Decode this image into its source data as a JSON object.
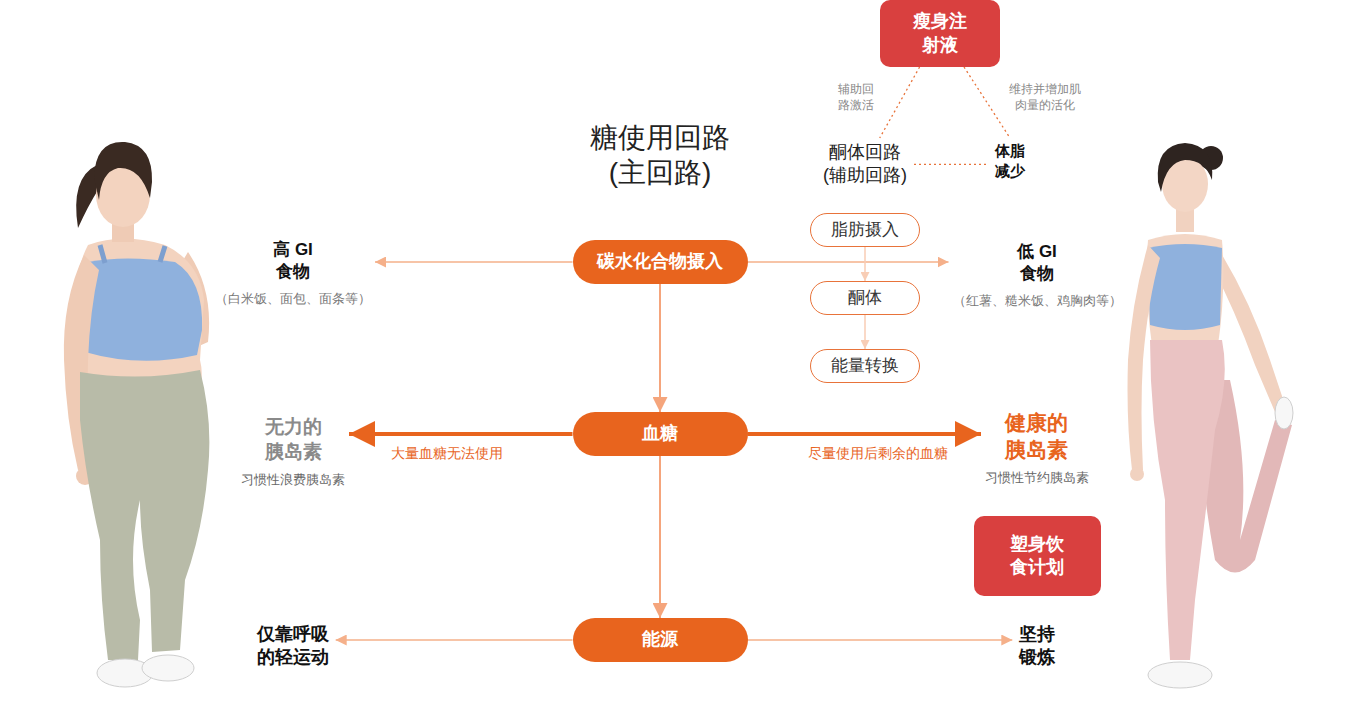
{
  "diagram": {
    "title": "糖使用回路 (主回路)",
    "nodes": [
      {
        "text": [
          "瘦身注 射液"
        ]
      },
      {
        "text": [
          "酮体回路 (辅助回路)"
        ]
      },
      {
        "text": [
          "体脂 减少"
        ]
      },
      {
        "text": [
          "脂肪摄入"
        ]
      },
      {
        "text": [
          "高 GI 食物",
          "（白米饭、面包、面条等）"
        ]
      },
      {
        "text": [
          "碳水化合物摄入"
        ]
      },
      {
        "text": [
          "低 GI 食物",
          "（红薯、糙米饭、鸡胸肉等）"
        ]
      },
      {
        "text": [
          "酮体"
        ]
      },
      {
        "text": [
          "能量转换"
        ]
      },
      {
        "text": [
          "无力的 胰岛素",
          "习惯性浪费胰岛素"
        ]
      },
      {
        "text": [
          "血糖"
        ]
      },
      {
        "text": [
          "健康的 胰岛素",
          "习惯性节约胰岛素"
        ]
      },
      {
        "text": [
          "塑身饮 食计划"
        ]
      },
      {
        "text": [
          "仅靠呼吸 的轻运动"
        ]
      },
      {
        "text": [
          "能源"
        ]
      },
      {
        "text": [
          "坚持 锻炼"
        ]
      }
    ],
    "edges": [
      {
        "from": 0,
        "to": 1,
        "label": "辅助回 路激活",
        "arrow": "none"
      },
      {
        "from": 0,
        "to": 2,
        "label": "维持并增加肌 肉量的活化",
        "arrow": "none"
      },
      {
        "from": 1,
        "to": 2,
        "arrow": "none"
      },
      {
        "from": 5,
        "to": 4,
        "arrow": "to"
      },
      {
        "from": 5,
        "to": 6,
        "arrow": "to"
      },
      {
        "from": 3,
        "to": 7,
        "arrow": "to"
      },
      {
        "from": 7,
        "to": 8,
        "arrow": "to"
      },
      {
        "from": 5,
        "to": 10,
        "arrow": "to"
      },
      {
        "from": 10,
        "to": 9,
        "label": "大量血糖无法使用",
        "arrow": "to"
      },
      {
        "from": 10,
        "to": 11,
        "label": "尽量使用后剩余的血糖",
        "arrow": "to"
      },
      {
        "from": 10,
        "to": 14,
        "arrow": "to"
      },
      {
        "from": 14,
        "to": 13,
        "arrow": "to"
      },
      {
        "from": 14,
        "to": 15,
        "arrow": "to"
      }
    ]
  }
}
